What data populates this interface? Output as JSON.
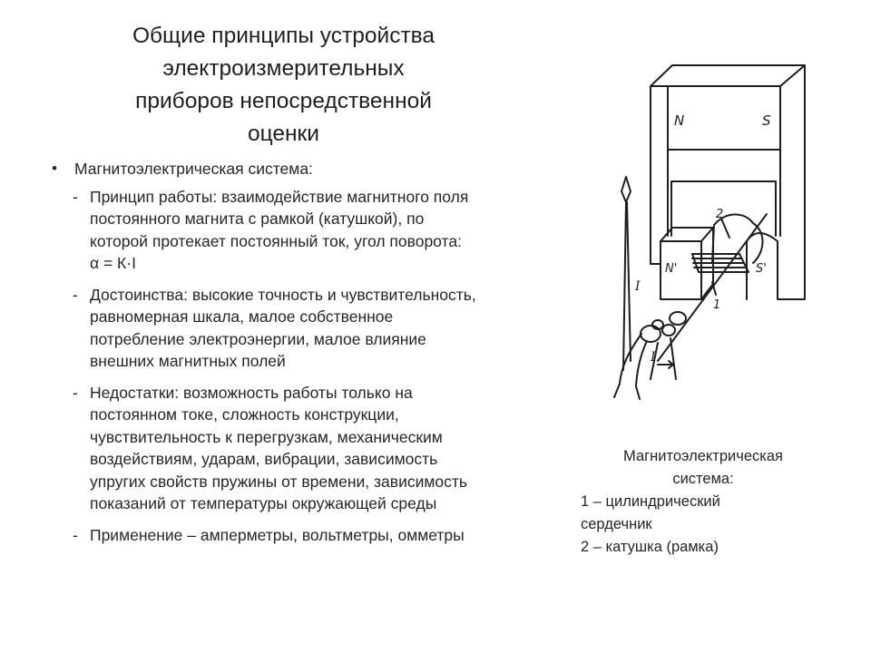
{
  "title_lines": [
    "Общие принципы устройства",
    "электроизмерительных",
    "приборов непосредственной",
    "оценки"
  ],
  "bullet": {
    "marker": "•",
    "text": "Магнитоэлектрическая система:"
  },
  "dash_marker": "-",
  "items": [
    {
      "lines": [
        "Принцип работы: взаимодействие магнитного поля",
        "постоянного магнита с рамкой (катушкой), по",
        "которой протекает постоянный ток, угол поворота:",
        "α = К·I"
      ]
    },
    {
      "lines": [
        "Достоинства: высокие точность и чувствительность,",
        "равномерная шкала, малое собственное",
        "потребление электроэнергии, малое влияние",
        "внешних магнитных полей"
      ]
    },
    {
      "lines": [
        "Недостатки: возможность работы только на",
        "постоянном токе, сложность конструкции,",
        "чувствительность к перегрузкам, механическим",
        "воздействиям, ударам, вибрации, зависимость",
        "упругих свойств пружины от времени, зависимость",
        "показаний от температуры окружающей среды"
      ]
    },
    {
      "lines": [
        "Применение – амперметры, вольтметры, омметры"
      ]
    }
  ],
  "diagram": {
    "labels": {
      "n": "N",
      "s": "S",
      "n_prime": "N'",
      "s_prime": "S'",
      "num1": "1",
      "num2": "2",
      "i_left": "I",
      "i_bottom": "I"
    }
  },
  "caption": {
    "line1": "Магнитоэлектрическая",
    "line2": "система:",
    "line3": "1 – цилиндрический",
    "line4": "сердечник",
    "line5": "2 – катушка (рамка)"
  }
}
